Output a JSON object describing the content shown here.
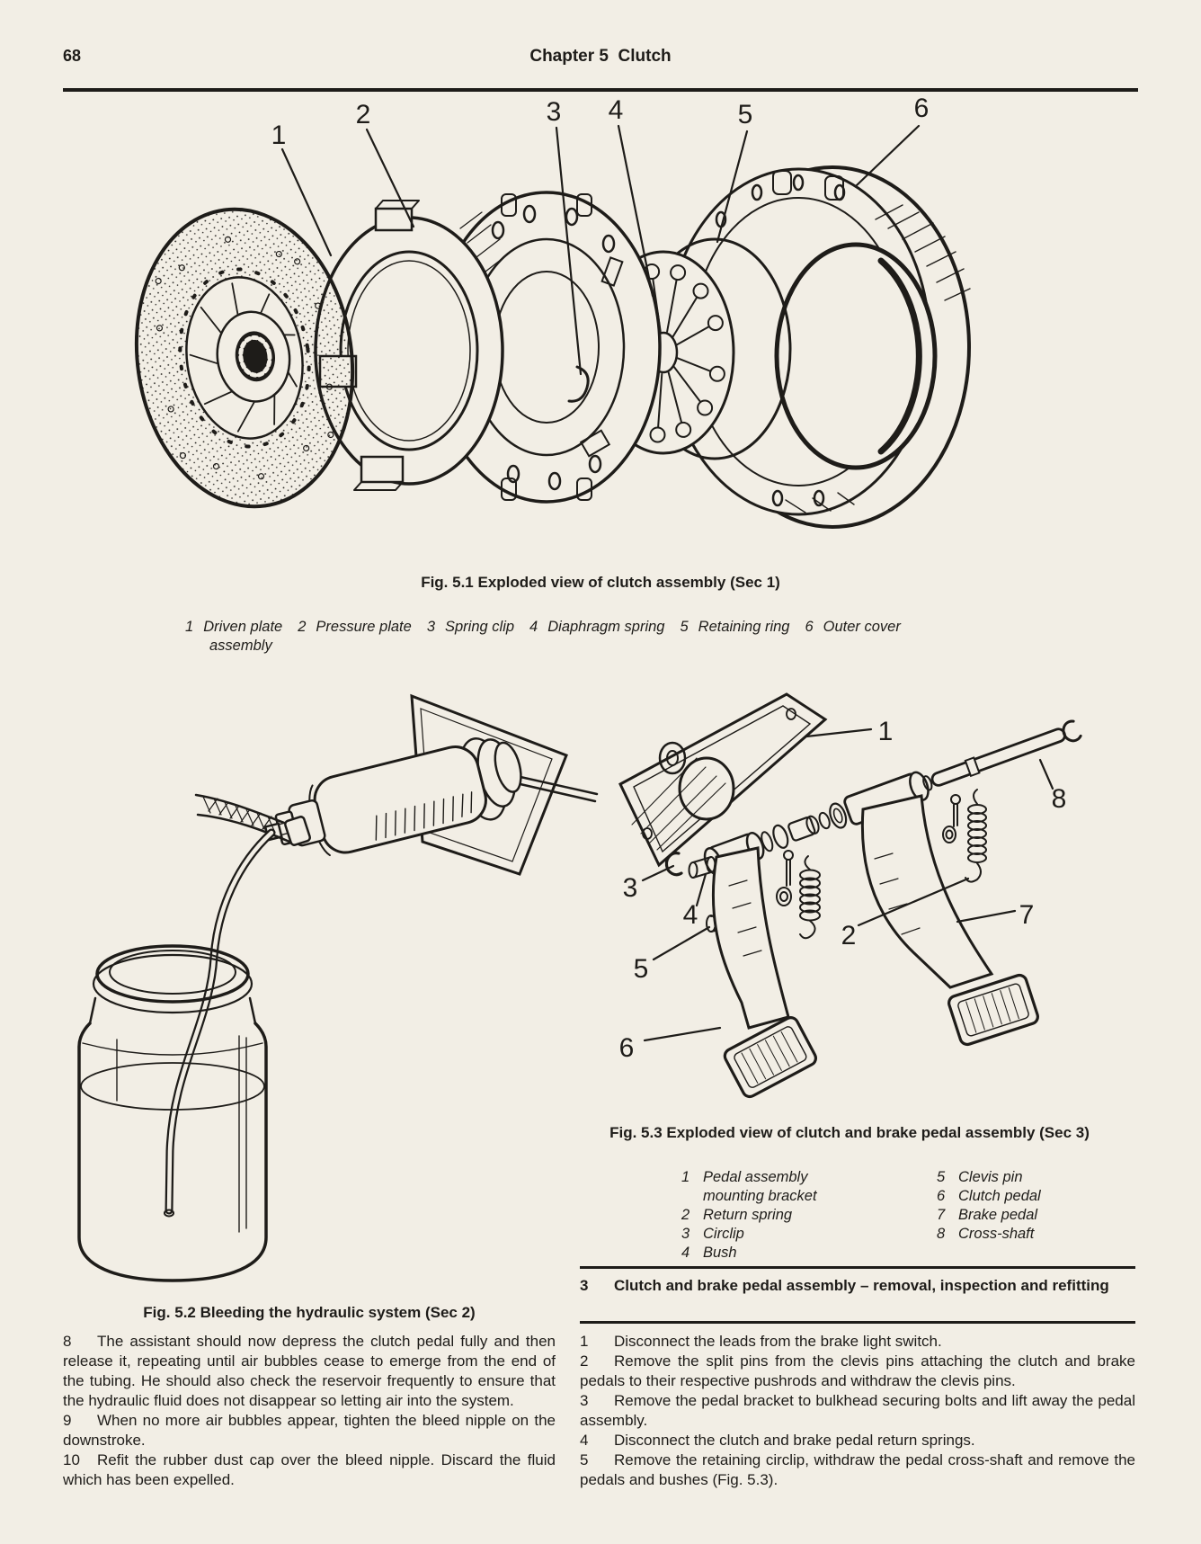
{
  "header": {
    "page_number": "68",
    "chapter_title": "Chapter 5  Clutch"
  },
  "fig1": {
    "caption": "Fig. 5.1 Exploded view of clutch assembly (Sec 1)",
    "callouts": [
      "1",
      "2",
      "3",
      "4",
      "5",
      "6"
    ],
    "legend_items": [
      {
        "num": "1",
        "label": "Driven plate"
      },
      {
        "num": "2",
        "label": "Pressure plate"
      },
      {
        "num": "3",
        "label": "Spring clip"
      },
      {
        "num": "4",
        "label": "Diaphragm spring"
      },
      {
        "num": "5",
        "label": "Retaining ring"
      },
      {
        "num": "6",
        "label": "Outer cover"
      }
    ],
    "legend_wrap": "assembly"
  },
  "fig2": {
    "caption": "Fig. 5.2 Bleeding the hydraulic system (Sec 2)"
  },
  "fig3": {
    "caption": "Fig. 5.3 Exploded view of clutch and brake pedal assembly (Sec 3)",
    "callouts": [
      "1",
      "2",
      "3",
      "4",
      "5",
      "6",
      "7",
      "8"
    ],
    "legend_col1": [
      {
        "num": "1",
        "label": "Pedal assembly mounting bracket"
      },
      {
        "num": "2",
        "label": "Return spring"
      },
      {
        "num": "3",
        "label": "Circlip"
      },
      {
        "num": "4",
        "label": "Bush"
      }
    ],
    "legend_col2": [
      {
        "num": "5",
        "label": "Clevis pin"
      },
      {
        "num": "6",
        "label": "Clutch pedal"
      },
      {
        "num": "7",
        "label": "Brake pedal"
      },
      {
        "num": "8",
        "label": "Cross-shaft"
      }
    ]
  },
  "left_column": {
    "steps": [
      {
        "num": "8",
        "text": "The assistant should now depress the clutch pedal fully and then release it, repeating until air bubbles cease to emerge from the end of the tubing. He should also check the reservoir frequently to ensure that the hydraulic fluid does not disappear so letting air into the system."
      },
      {
        "num": "9",
        "text": "When no more air bubbles appear, tighten the bleed nipple on the downstroke."
      },
      {
        "num": "10",
        "text": "Refit the rubber dust cap over the bleed nipple. Discard the fluid which has been expelled."
      }
    ]
  },
  "section3": {
    "number": "3",
    "title": "Clutch and brake pedal assembly – removal, inspection and refitting",
    "steps": [
      {
        "num": "1",
        "text": "Disconnect the leads from the brake light switch."
      },
      {
        "num": "2",
        "text": "Remove the split pins from the clevis pins attaching the clutch and brake pedals to their respective pushrods and withdraw the clevis pins."
      },
      {
        "num": "3",
        "text": "Remove the pedal bracket to bulkhead securing bolts and lift away the pedal assembly."
      },
      {
        "num": "4",
        "text": "Disconnect the clutch and brake pedal return springs."
      },
      {
        "num": "5",
        "text": "Remove the retaining circlip, withdraw the pedal cross-shaft and remove the pedals and bushes (Fig. 5.3)."
      }
    ]
  },
  "colors": {
    "paper": "#f2eee5",
    "ink": "#1e1c19"
  }
}
